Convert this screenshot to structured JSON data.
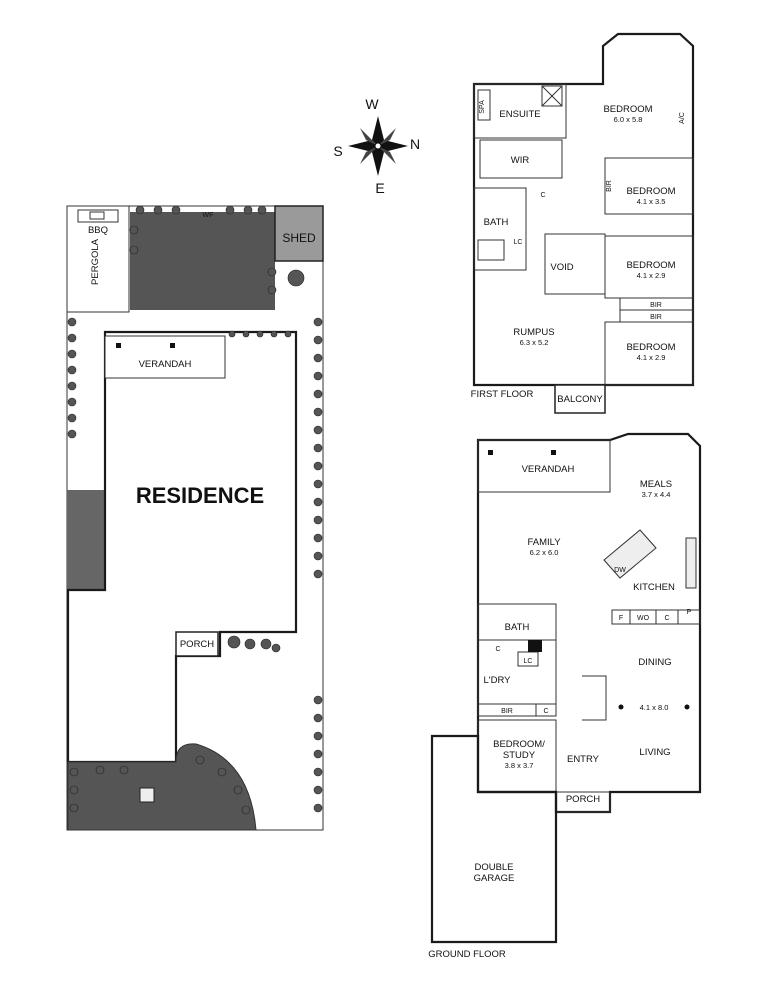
{
  "compass": {
    "north": "N",
    "south": "S",
    "east": "E",
    "west": "W"
  },
  "site": {
    "residence": "RESIDENCE",
    "verandah": "VERANDAH",
    "porch": "PORCH",
    "shed": "SHED",
    "bbq": "BBQ",
    "pergola": "PERGOLA",
    "wf": "WF"
  },
  "first_floor": {
    "title": "FIRST FLOOR",
    "rooms": {
      "main_bedroom": {
        "name": "BEDROOM",
        "dims": "6.0 x 5.8"
      },
      "ensuite": "ENSUITE",
      "spa": "SPA",
      "ac": "A/C",
      "wir": "WIR",
      "c": "C",
      "bir_vertical": "BIR",
      "bedroom2": {
        "name": "BEDROOM",
        "dims": "4.1 x 3.5"
      },
      "bath": "BATH",
      "lc": "LC",
      "void": "VOID",
      "bedroom3": {
        "name": "BEDROOM",
        "dims": "4.1 x 2.9"
      },
      "bir_a": "BIR",
      "bir_b": "BIR",
      "rumpus": {
        "name": "RUMPUS",
        "dims": "6.3 x 5.2"
      },
      "bedroom4": {
        "name": "BEDROOM",
        "dims": "4.1 x 2.9"
      },
      "balcony": "BALCONY"
    }
  },
  "ground_floor": {
    "title": "GROUND FLOOR",
    "rooms": {
      "verandah": "VERANDAH",
      "meals": {
        "name": "MEALS",
        "dims": "3.7 x 4.4"
      },
      "family": {
        "name": "FAMILY",
        "dims": "6.2 x 6.0"
      },
      "dw": "DW",
      "kitchen": "KITCHEN",
      "f": "F",
      "wo": "WO",
      "c": "C",
      "p": "P",
      "bath": "BATH",
      "c2": "C",
      "lc": "LC",
      "ldry": "L'DRY",
      "bir": "BIR",
      "c3": "C",
      "dining": "DINING",
      "dining_dims": "4.1 x 8.0",
      "living": "LIVING",
      "bedroom_study": {
        "name1": "BEDROOM/",
        "name2": "STUDY",
        "dims": "3.8 x 3.7"
      },
      "entry": "ENTRY",
      "porch": "PORCH",
      "garage": {
        "line1": "DOUBLE",
        "line2": "GARAGE"
      }
    }
  }
}
